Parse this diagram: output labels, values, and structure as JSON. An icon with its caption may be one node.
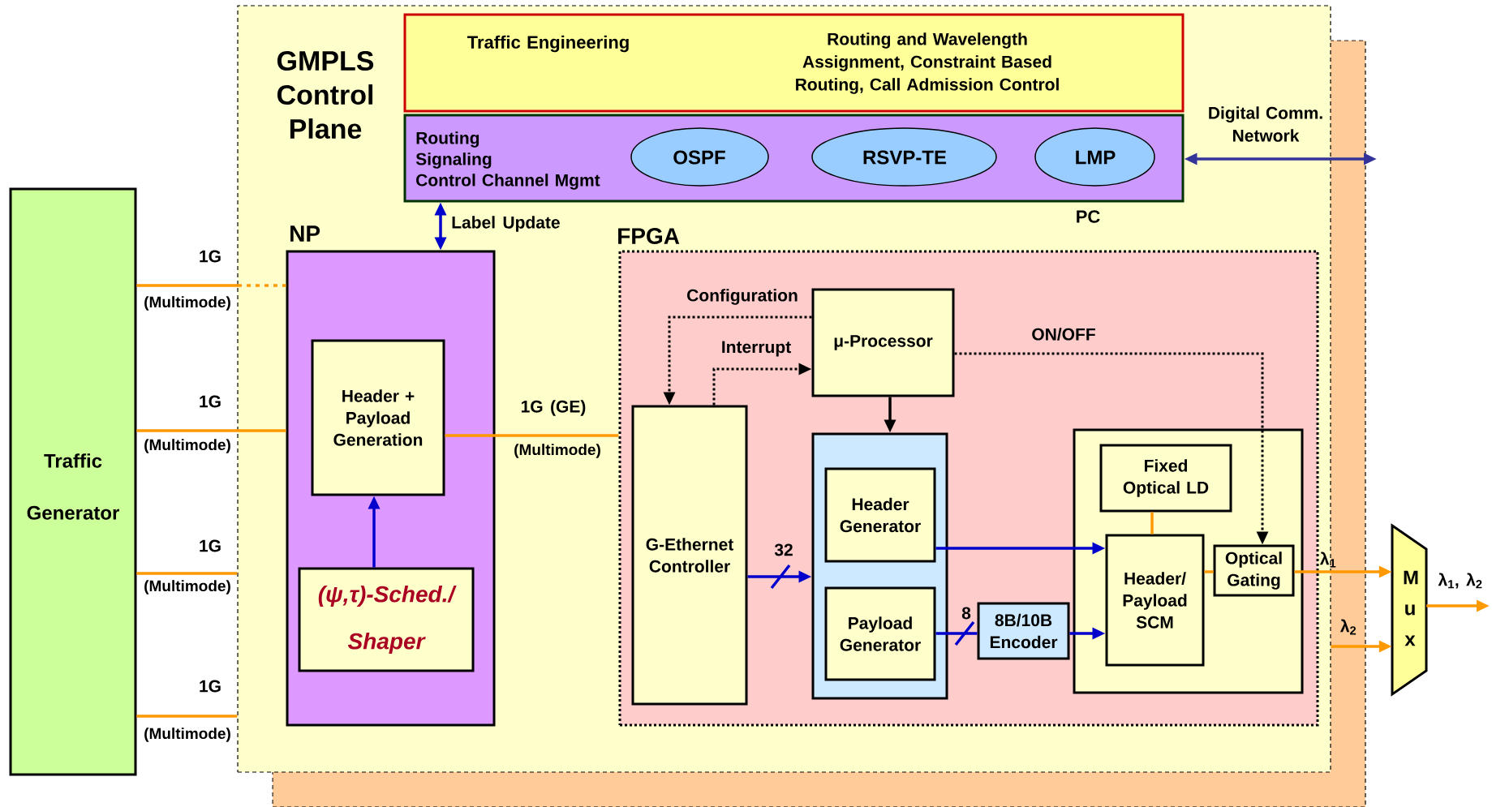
{
  "diagram": {
    "nodes": [
      {
        "text": [
          "GMPLS Control Plane"
        ]
      },
      {
        "text": [
          "Traffic Engineering",
          "Routing and Wavelength Assignment, Constraint Based Routing, Call Admission Control"
        ],
        "in": 0
      },
      {
        "text": [
          "Routing",
          "Signaling",
          "Control Channel Mgmt"
        ],
        "beside": [
          "PC"
        ],
        "in": 0
      },
      {
        "text": [
          "OSPF"
        ],
        "in": 2
      },
      {
        "text": [
          "RSVP-TE"
        ],
        "in": 2
      },
      {
        "text": [
          "LMP"
        ],
        "in": 2
      },
      {
        "text": [
          "NP"
        ],
        "in": 0
      },
      {
        "text": [
          "Header + Payload Generation"
        ],
        "in": 6
      },
      {
        "text": [
          "(ψ,τ)-Sched./ Shaper"
        ],
        "in": 6
      },
      {
        "text": [
          "Traffic Generator"
        ]
      },
      {
        "text": [
          "FPGA"
        ],
        "in": 0
      },
      {
        "text": [
          "G-Ethernet Controller"
        ],
        "in": 10
      },
      {
        "text": [
          "μ-Processor"
        ],
        "in": 10
      },
      {
        "text": [],
        "shape": "box",
        "in": 10
      },
      {
        "text": [
          "Header Generator"
        ],
        "in": 13
      },
      {
        "text": [
          "Payload Generator"
        ],
        "in": 13
      },
      {
        "text": [
          "8B/10B Encoder"
        ],
        "in": 10
      },
      {
        "text": [],
        "shape": "box",
        "in": 10
      },
      {
        "text": [
          "Fixed Optical LD"
        ],
        "in": 17
      },
      {
        "text": [
          "Header/ Payload SCM"
        ],
        "in": 17
      },
      {
        "text": [
          "Optical Gating"
        ],
        "in": 17
      },
      {
        "text": [
          "M u x"
        ]
      }
    ],
    "edges": [
      {
        "from": 9,
        "to": 6,
        "arrow": "none",
        "label": "1G"
      },
      {
        "from": 9,
        "to": 6,
        "arrow": "none",
        "label": "1G"
      },
      {
        "from": 9,
        "to": 0,
        "arrow": "none",
        "label": "1G"
      },
      {
        "from": 9,
        "to": 0,
        "arrow": "none",
        "label": "1G"
      },
      {
        "from": 7,
        "to": 10,
        "arrow": "none",
        "label": "1G (GE)"
      },
      {
        "from": 2,
        "to": 6,
        "arrow": "both",
        "label": "Label Update",
        "color": "#0000cc"
      },
      {
        "from": 8,
        "to": 7,
        "arrow": "to",
        "color": "#0000cc"
      },
      {
        "from": 12,
        "to": 11,
        "arrow": "to",
        "label": "Configuration",
        "style": "dashed",
        "color": "#000000"
      },
      {
        "from": 11,
        "to": 12,
        "arrow": "to",
        "label": "Interrupt",
        "style": "dashed",
        "color": "#000000"
      },
      {
        "from": 12,
        "to": 20,
        "arrow": "to",
        "label": "ON/OFF",
        "style": "dashed",
        "color": "#000000"
      },
      {
        "from": 12,
        "to": 13,
        "arrow": "to",
        "color": "#000000"
      },
      {
        "from": 11,
        "to": 13,
        "arrow": "to",
        "label": "32",
        "color": "#0000cc"
      },
      {
        "from": 14,
        "to": 19,
        "arrow": "to",
        "color": "#0000cc"
      },
      {
        "from": 15,
        "to": 16,
        "arrow": "none",
        "label": "8",
        "color": "#0000cc"
      },
      {
        "from": 16,
        "to": 19,
        "arrow": "to",
        "color": "#0000cc"
      },
      {
        "from": 18,
        "to": 19,
        "arrow": "none"
      },
      {
        "from": 19,
        "to": 20,
        "arrow": "none"
      },
      {
        "from": 20,
        "to": 21,
        "arrow": "to",
        "label": "λ$_{1}$"
      },
      {
        "from": 0,
        "to": 21,
        "arrow": "to",
        "label": "λ$_{2}$"
      },
      {
        "from": 21,
        "to": null,
        "arrow": "to",
        "label": "λ$_{1}$, λ$_{2}$"
      },
      {
        "from": 2,
        "to": null,
        "arrow": "both",
        "label": "Digital Comm. Network",
        "color": "#333399"
      }
    ],
    "labels": [
      "(Multimode)",
      "(Multimode)",
      "(Multimode)",
      "(Multimode)",
      "(Multimode)"
    ]
  }
}
